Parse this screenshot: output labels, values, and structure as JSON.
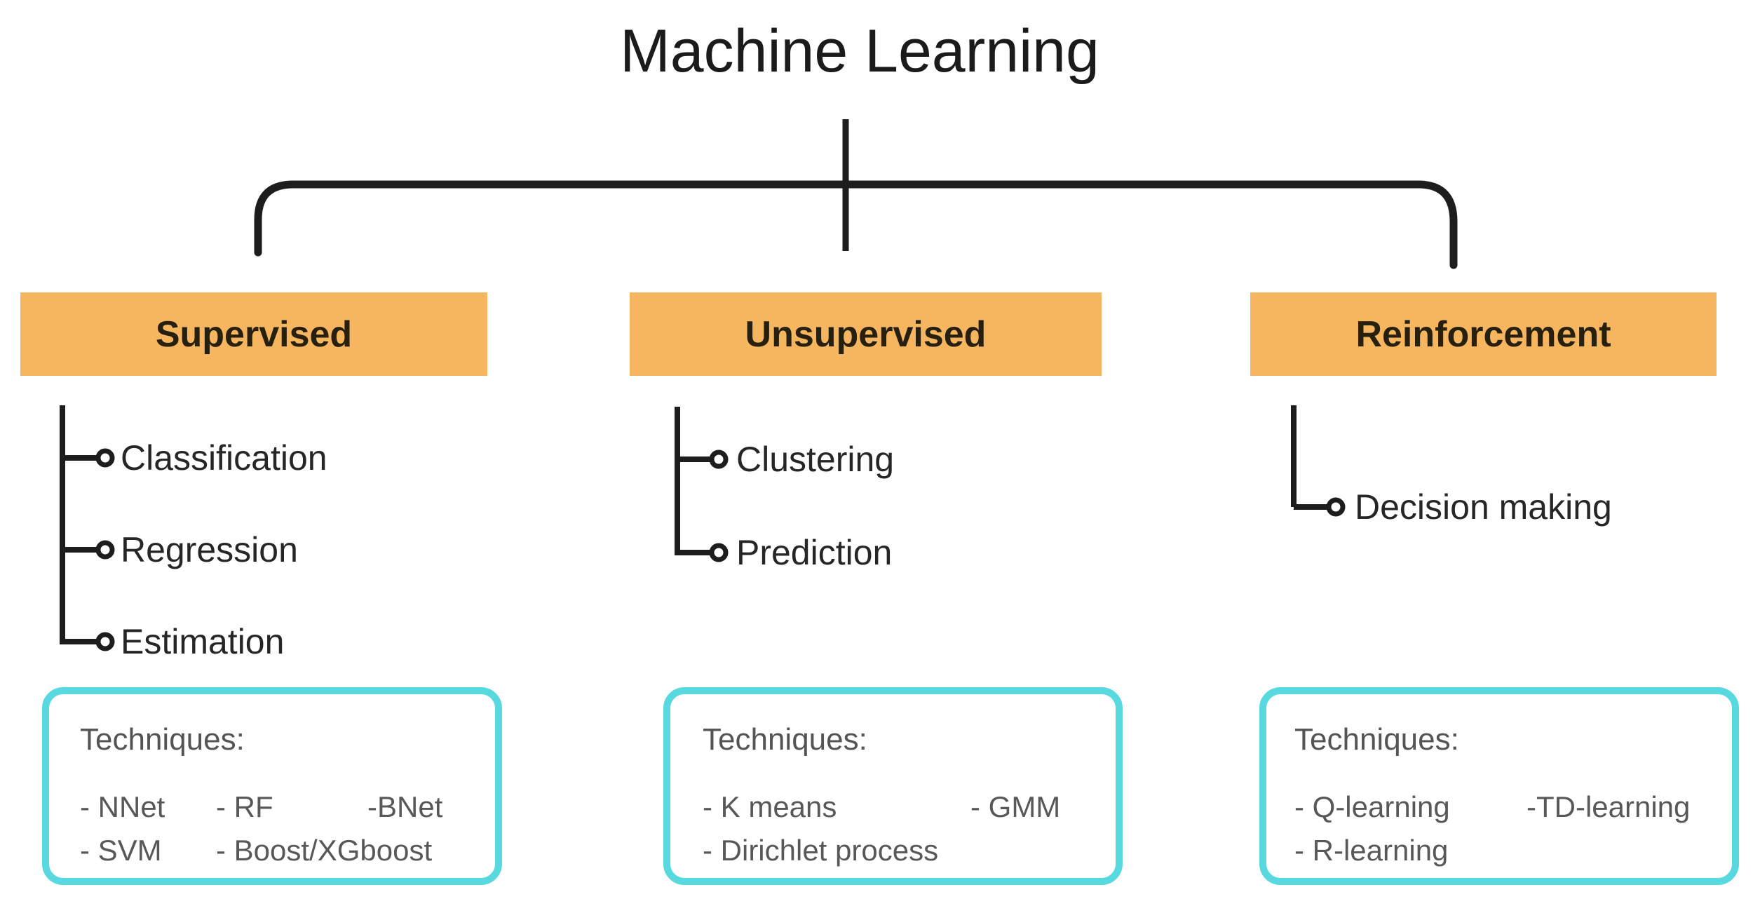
{
  "title": "Machine Learning",
  "colors": {
    "category_fill": "#F6B55F",
    "techniques_border": "#58D8DF",
    "line": "#1D1D1D",
    "category_text": "#27200F",
    "item_text": "#262626",
    "techniques_text": "#58585A"
  },
  "branches": [
    {
      "label": "Supervised",
      "children": [
        "Classification",
        "Regression",
        "Estimation"
      ],
      "techniques": {
        "label": "Techniques:",
        "rows": [
          [
            "- NNet",
            "- RF",
            "-BNet"
          ],
          [
            "- SVM",
            "- Boost/XGboost"
          ]
        ]
      }
    },
    {
      "label": "Unsupervised",
      "children": [
        "Clustering",
        "Prediction"
      ],
      "techniques": {
        "label": "Techniques:",
        "rows": [
          [
            "- K means",
            "- GMM"
          ],
          [
            "- Dirichlet process"
          ]
        ]
      }
    },
    {
      "label": "Reinforcement",
      "children": [
        "Decision making"
      ],
      "techniques": {
        "label": "Techniques:",
        "rows": [
          [
            "- Q-learning",
            "-TD-learning"
          ],
          [
            "- R-learning"
          ]
        ]
      }
    }
  ]
}
